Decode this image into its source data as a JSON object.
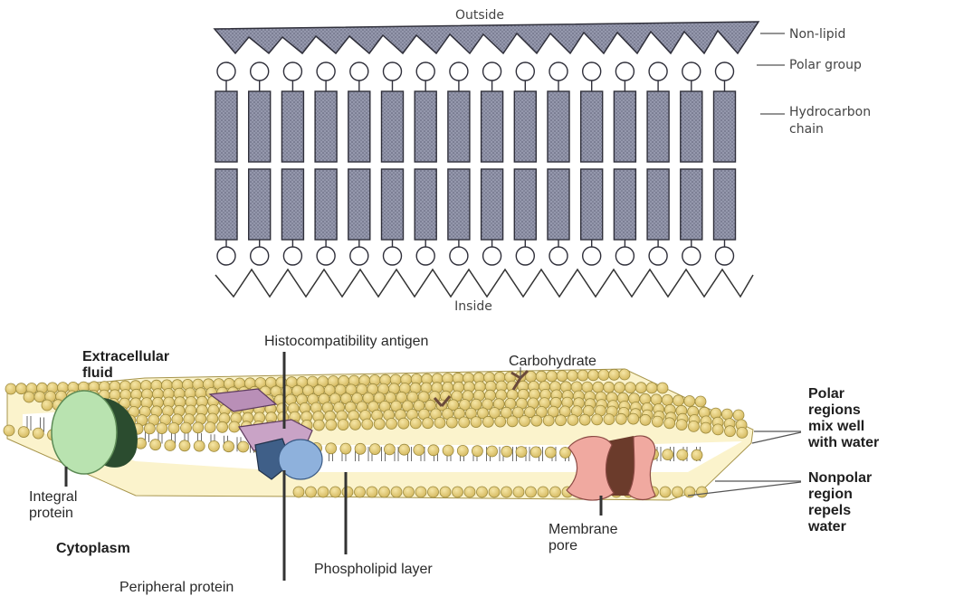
{
  "top_diagram": {
    "outside_label": "Outside",
    "inside_label": "Inside",
    "non_lipid_label": "Non-lipid",
    "polar_group_label": "Polar group",
    "hydrocarbon_label_line1": "Hydrocarbon",
    "hydrocarbon_label_line2": "chain",
    "lipid_count": 16,
    "colors": {
      "fill": "#8c8fa5",
      "stroke": "#2f2f3a"
    }
  },
  "bottom_diagram": {
    "extracellular_line1": "Extracellular",
    "extracellular_line2": "fluid",
    "histocompatibility": "Histocompatibility antigen",
    "carbohydrate": "Carbohydrate",
    "polar_regions_lines": [
      "Polar",
      "regions",
      "mix well",
      "with water"
    ],
    "nonpolar_region_lines": [
      "Nonpolar",
      "region",
      "repels",
      "water"
    ],
    "integral_protein_line1": "Integral",
    "integral_protein_line2": "protein",
    "cytoplasm": "Cytoplasm",
    "membrane_pore_line1": "Membrane",
    "membrane_pore_line2": "pore",
    "phospholipid_layer": "Phospholipid layer",
    "peripheral_protein": "Peripheral protein",
    "colors": {
      "head": "#e6cf7a",
      "head_stroke": "#9c8a3e",
      "integral": "#b9e3b0",
      "pink_protein": "#c9a3c6",
      "blue_protein": "#8eb1dc",
      "pore": "#f0a9a0"
    }
  }
}
